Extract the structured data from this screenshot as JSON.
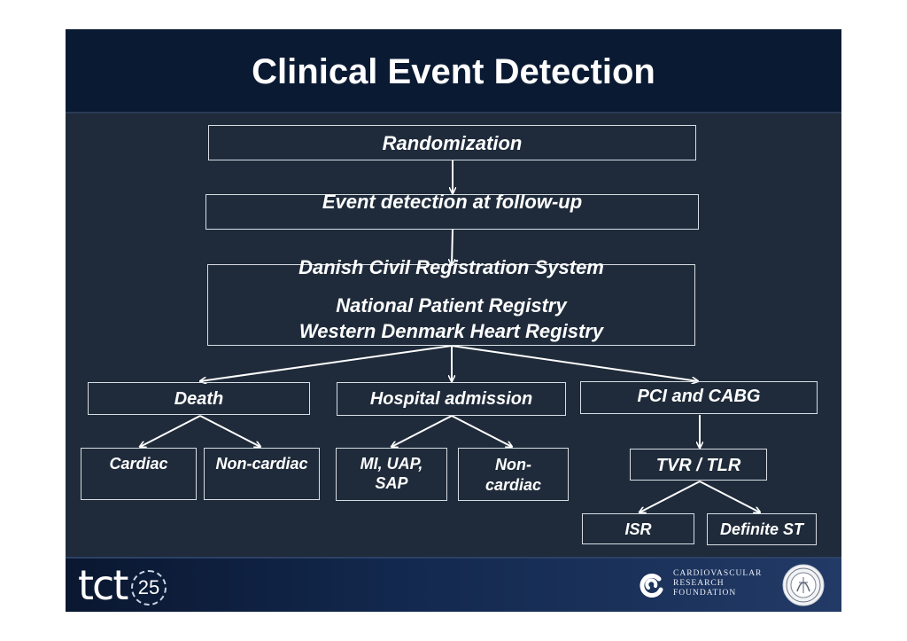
{
  "slide": {
    "title": "Clinical Event Detection"
  },
  "diagram": {
    "randomization": "Randomization",
    "event_detection": "Event detection at follow-up",
    "registries": {
      "line1": "Danish Civil Registration System",
      "line2": "National Patient Registry",
      "line3": "Western Denmark Heart Registry"
    },
    "death": "Death",
    "hospital_admission": "Hospital admission",
    "pci_cabg": "PCI and CABG",
    "cardiac": "Cardiac",
    "non_cardiac_death": "Non-cardiac",
    "mi_uap": "MI, UAP,",
    "sap": "SAP",
    "non_cardiac_adm_1": "Non-",
    "non_cardiac_adm_2": "cardiac",
    "tvr_tlr": "TVR / TLR",
    "isr": "ISR",
    "definite_st": "Definite ST"
  },
  "footer": {
    "tct_text": "tct",
    "tct_number": "25",
    "crf_line1": "CARDIOVASCULAR",
    "crf_line2": "RESEARCH",
    "crf_line3": "FOUNDATION"
  },
  "colors": {
    "title_bar": "#0b1a33",
    "content_bg": "#1f2b3a",
    "box_border": "#d8dde4",
    "text": "#ffffff"
  }
}
